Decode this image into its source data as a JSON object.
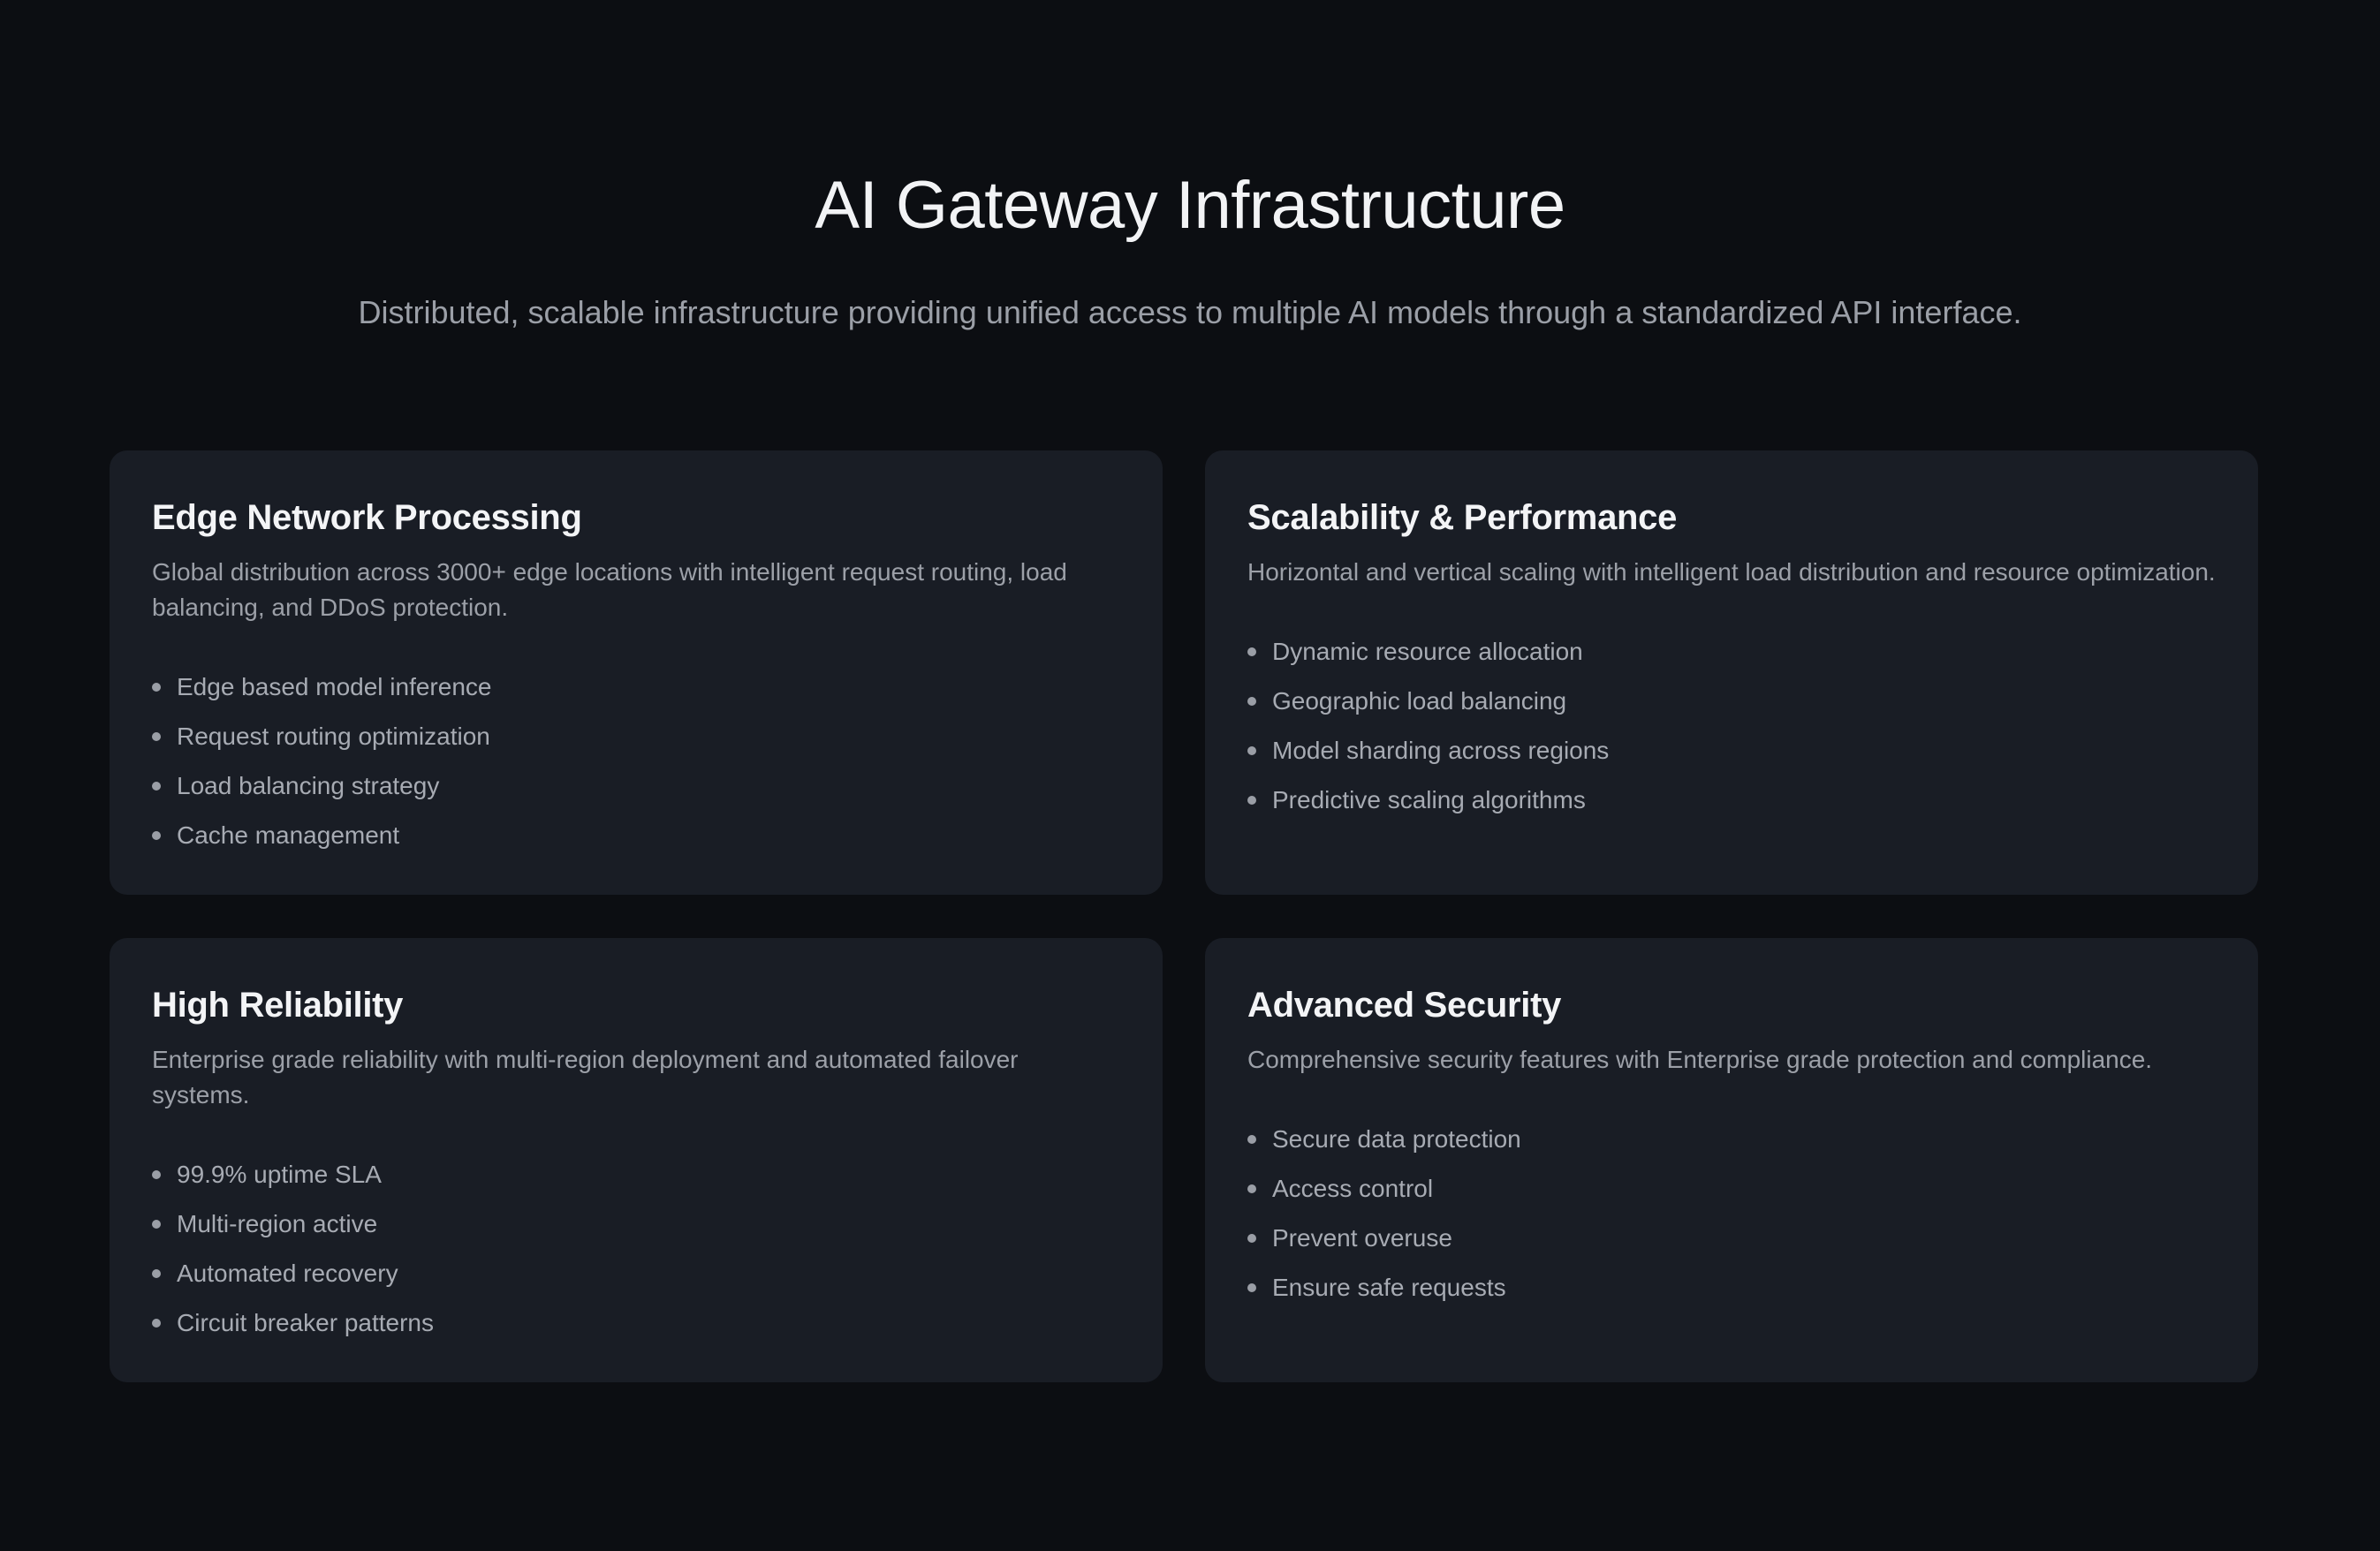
{
  "hero": {
    "title": "AI Gateway Infrastructure",
    "subtitle": "Distributed, scalable infrastructure providing unified access to multiple AI models through a standardized API interface."
  },
  "colors": {
    "background": "#0c0e12",
    "card_background": "#191d25",
    "title_text": "#f3f4f6",
    "muted_text": "#9ca0a8"
  },
  "cards": [
    {
      "title": "Edge Network Processing",
      "description": "Global distribution across 3000+ edge locations with intelligent request routing, load balancing, and DDoS protection.",
      "features": [
        "Edge based model inference",
        "Request routing optimization",
        "Load balancing strategy",
        "Cache management"
      ]
    },
    {
      "title": "Scalability & Performance",
      "description": "Horizontal and vertical scaling with intelligent load distribution and resource optimization.",
      "features": [
        "Dynamic resource allocation",
        "Geographic load balancing",
        "Model sharding across regions",
        "Predictive scaling algorithms"
      ]
    },
    {
      "title": "High Reliability",
      "description": "Enterprise grade reliability with multi-region deployment and automated failover systems.",
      "features": [
        "99.9% uptime SLA",
        "Multi-region active",
        "Automated recovery",
        "Circuit breaker patterns"
      ]
    },
    {
      "title": "Advanced Security",
      "description": "Comprehensive security features with Enterprise grade protection and compliance.",
      "features": [
        "Secure data protection",
        "Access control",
        "Prevent overuse",
        "Ensure safe requests"
      ]
    }
  ]
}
